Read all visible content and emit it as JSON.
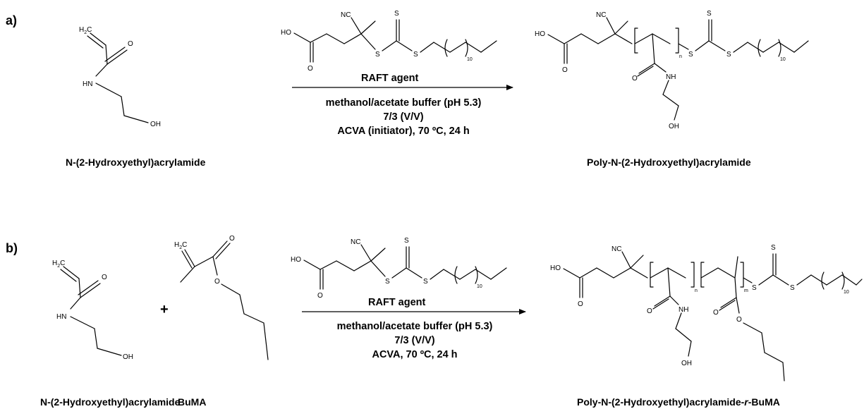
{
  "panels": [
    {
      "letter": "a)",
      "reactant1_name": "N-(2-Hydroxyethyl)acrylamide",
      "agent_label": "RAFT agent",
      "conditions": [
        "methanol/acetate buffer (pH 5.3)",
        "7/3 (V/V)",
        "ACVA  (initiator), 70 ºC, 24 h"
      ],
      "product_name": "Poly-N-(2-Hydroxyethyl)acrylamide"
    },
    {
      "letter": "b)",
      "reactant1_name": "N-(2-Hydroxyethyl)acrylamide",
      "plus": "+",
      "reactant2_name": "BuMA",
      "agent_label": "RAFT agent",
      "conditions": [
        "methanol/acetate buffer (pH 5.3)",
        "7/3 (V/V)",
        "ACVA,  70 ºC, 24 h"
      ],
      "product_name_prefix": "Poly-N-(2-Hydroxyethyl)acrylamide-",
      "product_name_italic": "r",
      "product_name_suffix": "-BuMA"
    }
  ],
  "atoms": {
    "h2c": "H",
    "h2c_sub": "2",
    "h2c_c": "C",
    "o": "O",
    "hn": "HN",
    "nh": "NH",
    "oh": "OH",
    "ho": "HO",
    "nc": "NC",
    "s": "S",
    "rep_10": "10",
    "n_sub": "n",
    "m_sub": "m"
  }
}
